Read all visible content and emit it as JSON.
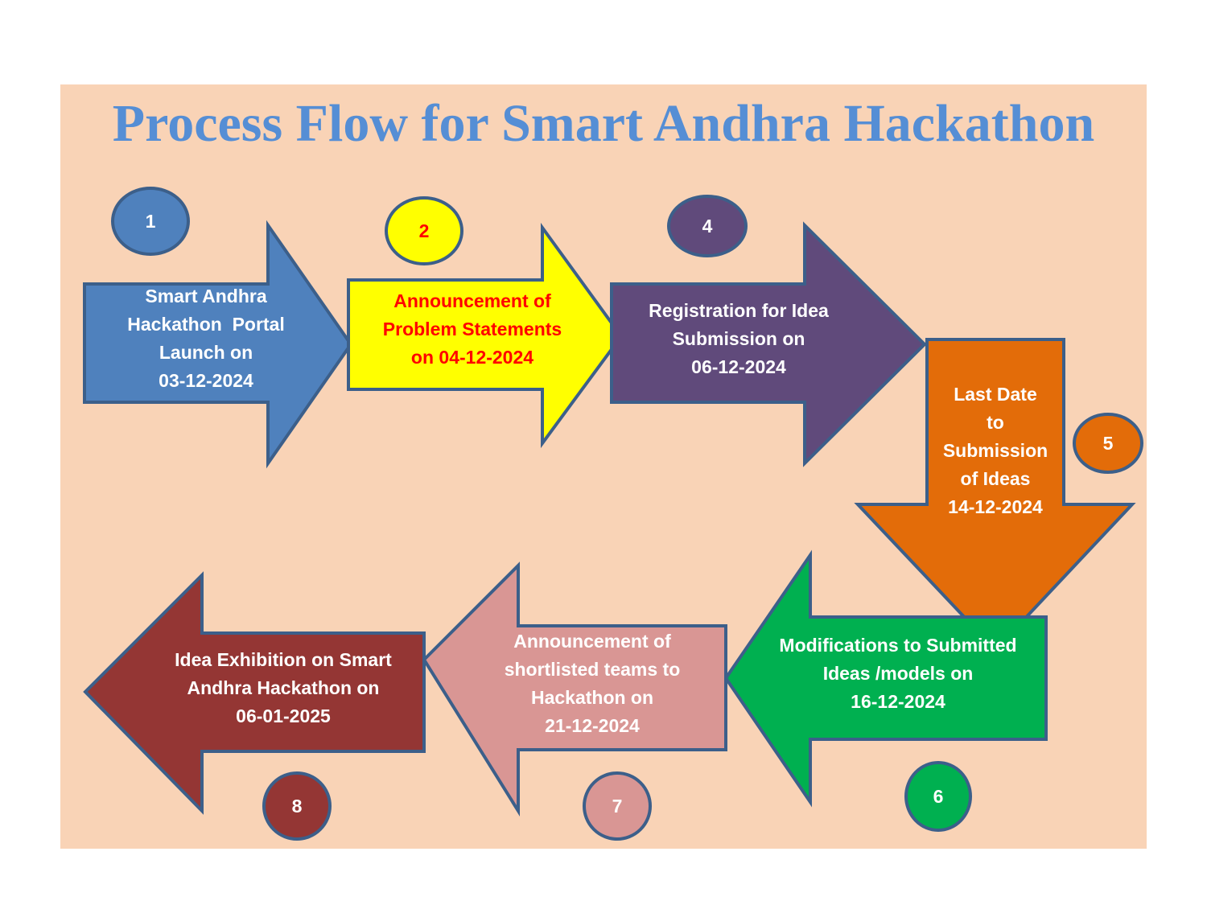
{
  "title": "Process Flow for Smart Andhra Hackathon",
  "colors": {
    "background": "#f9d3b6",
    "title": "#558ed5",
    "outline": "#3c5f8a"
  },
  "steps": [
    {
      "number": "1",
      "lines": [
        "Smart Andhra",
        "Hackathon  Portal",
        "Launch on",
        "03-12-2024"
      ],
      "direction": "right",
      "fill": "#4f81bd",
      "text_color": "#ffffff"
    },
    {
      "number": "2",
      "lines": [
        "Announcement of",
        "Problem Statements",
        "on 04-12-2024"
      ],
      "direction": "right",
      "fill": "#ffff00",
      "text_color": "#ff0000"
    },
    {
      "number": "4",
      "lines": [
        "Registration for Idea",
        "Submission on",
        "06-12-2024"
      ],
      "direction": "right",
      "fill": "#604a7b",
      "text_color": "#ffffff"
    },
    {
      "number": "5",
      "lines": [
        "Last Date",
        "to",
        "Submission",
        "of Ideas",
        "14-12-2024"
      ],
      "direction": "down",
      "fill": "#e36c09",
      "text_color": "#ffffff"
    },
    {
      "number": "6",
      "lines": [
        "Modifications to Submitted",
        "Ideas /models on",
        "16-12-2024"
      ],
      "direction": "left",
      "fill": "#00b050",
      "text_color": "#ffffff"
    },
    {
      "number": "7",
      "lines": [
        "Announcement of",
        "shortlisted teams to",
        "Hackathon on",
        "21-12-2024"
      ],
      "direction": "left",
      "fill": "#d99694",
      "text_color": "#ffffff"
    },
    {
      "number": "8",
      "lines": [
        "Idea Exhibition on Smart",
        "Andhra Hackathon on",
        "06-01-2025"
      ],
      "direction": "left",
      "fill": "#943634",
      "text_color": "#ffffff"
    }
  ]
}
